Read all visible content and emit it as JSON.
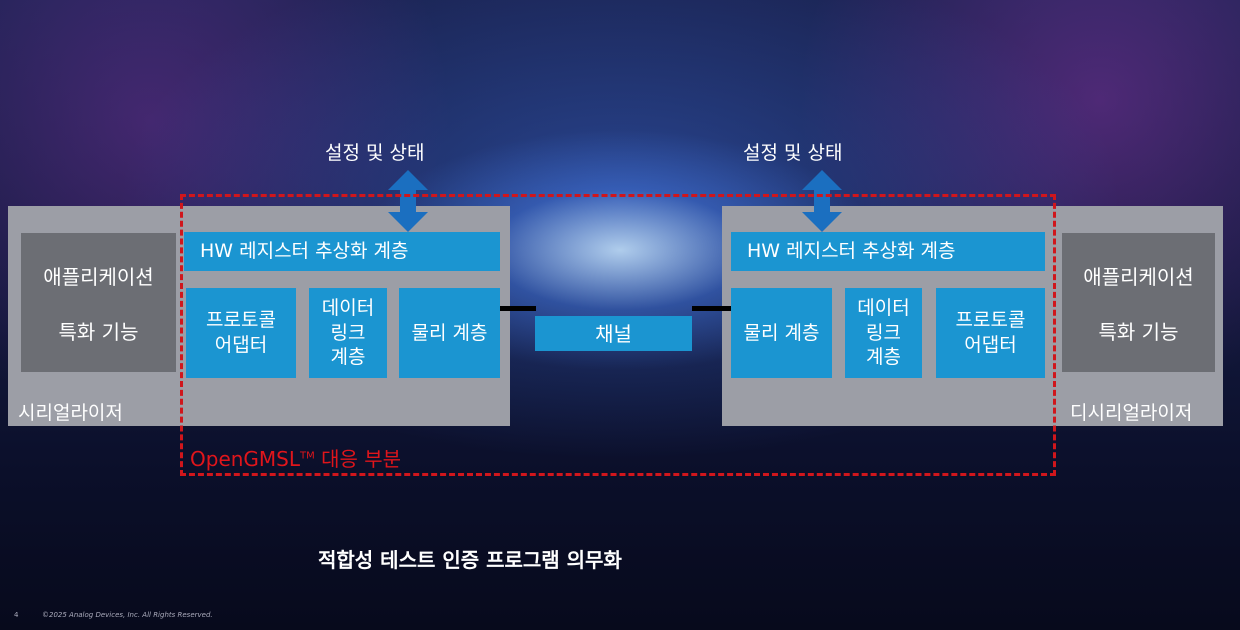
{
  "top_labels": {
    "left": "설정 및 상태",
    "right": "설정 및 상태"
  },
  "serializer": {
    "label": "시리얼라이저",
    "app": [
      "애플리케이션",
      "특화 기능"
    ],
    "hw": "HW 레지스터 추상화 계층",
    "protocol": "프로토콜\n어댑터",
    "datalink": "데이터\n링크\n계층",
    "physical": "물리 계층"
  },
  "deserializer": {
    "label": "디시리얼라이저",
    "app": [
      "애플리케이션",
      "특화 기능"
    ],
    "hw": "HW 레지스터 추상화 계층",
    "protocol": "프로토콜\n어댑터",
    "datalink": "데이터\n링크\n계층",
    "physical": "물리 계층"
  },
  "channel": "채널",
  "opengmsl": {
    "name": "OpenGMSL",
    "tm": "TM",
    "suffix": " 대응 부분"
  },
  "bottom_title": "적합성 테스트 인증 프로그램 의무화",
  "footer": {
    "page": "4",
    "copyright": "©2025 Analog Devices, Inc. All Rights Reserved."
  },
  "colors": {
    "blue": "#1b95d1",
    "red": "#d0161c",
    "gray": "#9c9ea6",
    "dark": "#6c6e74"
  }
}
